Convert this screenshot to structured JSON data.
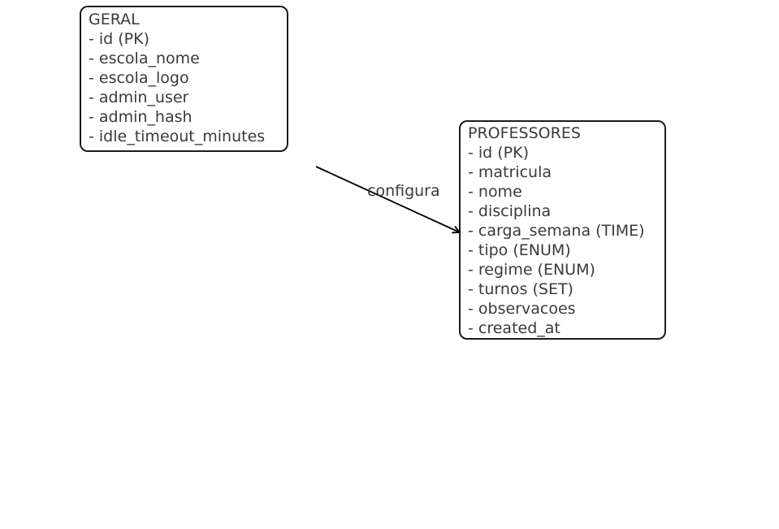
{
  "diagram": {
    "entities": [
      {
        "name": "GERAL",
        "fields": [
          "- id (PK)",
          "- escola_nome",
          "- escola_logo",
          "- admin_user",
          "- admin_hash",
          "- idle_timeout_minutes"
        ]
      },
      {
        "name": "PROFESSORES",
        "fields": [
          "- id (PK)",
          "- matricula",
          "- nome",
          "- disciplina",
          "- carga_semana (TIME)",
          "- tipo (ENUM)",
          "- regime (ENUM)",
          "- turnos (SET)",
          "- observacoes",
          "- created_at"
        ]
      }
    ],
    "relationships": [
      {
        "from": "GERAL",
        "to": "PROFESSORES",
        "label": "configura"
      }
    ],
    "colors": {
      "background": "#ffffff",
      "box_fill": "#ffffff",
      "box_border": "#1c1c1c",
      "text": "#3a3a3a",
      "arrow": "#000000"
    }
  }
}
